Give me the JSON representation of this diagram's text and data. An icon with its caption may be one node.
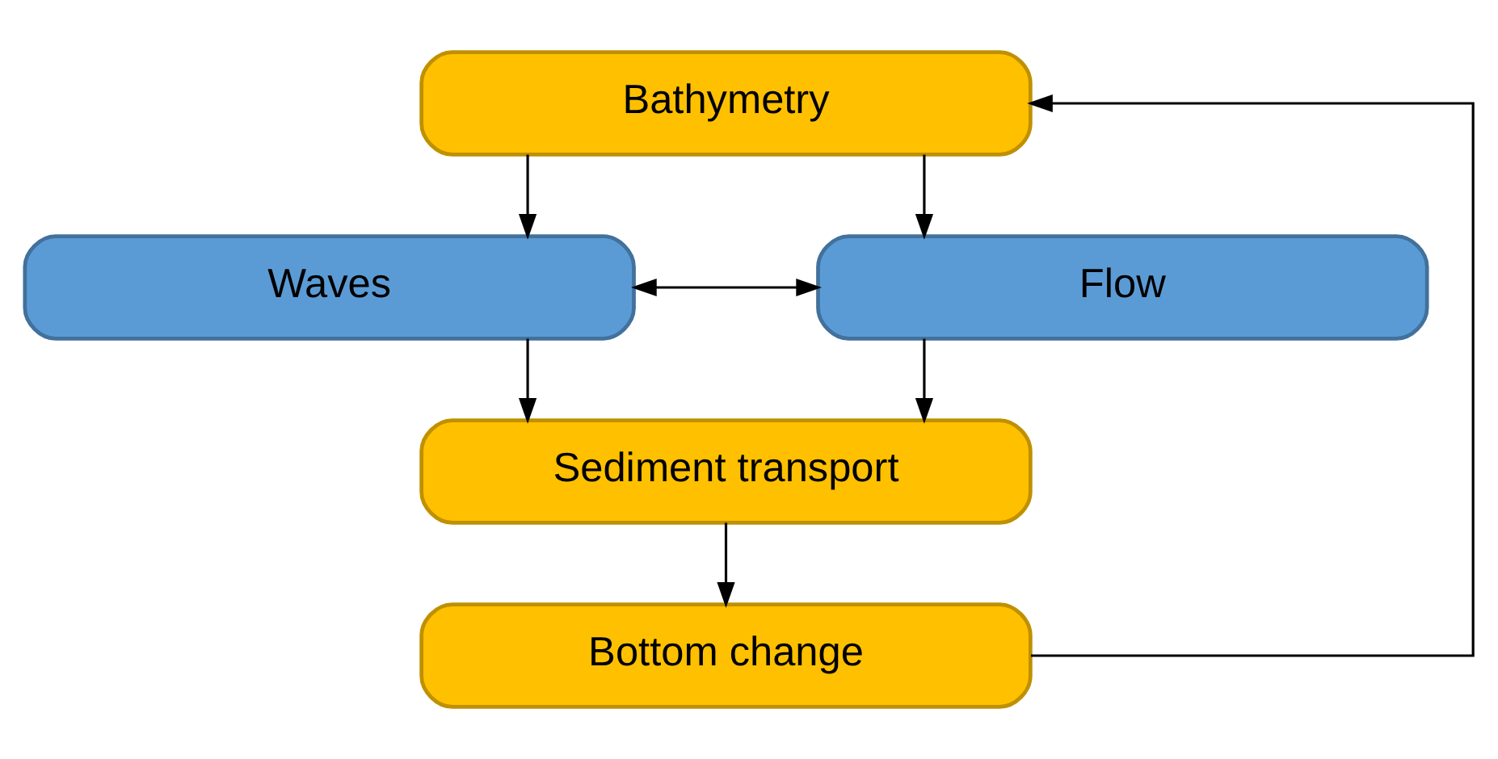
{
  "diagram": {
    "nodes": [
      {
        "text": [
          "Bathymetry"
        ]
      },
      {
        "text": [
          "Waves"
        ]
      },
      {
        "text": [
          "Flow"
        ]
      },
      {
        "text": [
          "Sediment transport"
        ]
      },
      {
        "text": [
          "Bottom change"
        ]
      }
    ],
    "edges": [
      {
        "from": 0,
        "to": 1,
        "arrow": "to"
      },
      {
        "from": 0,
        "to": 2,
        "arrow": "to"
      },
      {
        "from": 1,
        "to": 2,
        "arrow": "both"
      },
      {
        "from": 1,
        "to": 3,
        "arrow": "to"
      },
      {
        "from": 2,
        "to": 3,
        "arrow": "to"
      },
      {
        "from": 3,
        "to": 4,
        "arrow": "to"
      },
      {
        "from": 4,
        "to": 0,
        "arrow": "to"
      }
    ]
  }
}
